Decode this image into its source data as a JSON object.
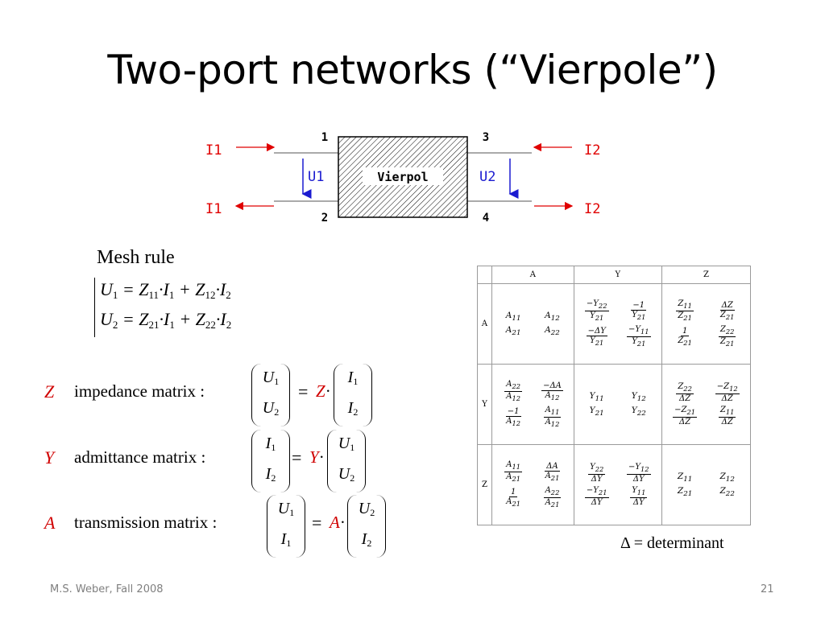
{
  "slide": {
    "title": "Two-port networks (“Vierpole”)",
    "footer_left": "M.S. Weber, Fall 2008",
    "page_number": "21"
  },
  "diagram": {
    "block_label": "Vierpol",
    "terminals": [
      "1",
      "2",
      "3",
      "4"
    ],
    "current_left": "I1",
    "current_right": "I2",
    "voltage_left": "U1",
    "voltage_right": "U2",
    "colors": {
      "current": "#e00000",
      "voltage": "#1a1ad0",
      "hatch": "#000000"
    }
  },
  "mesh_rule": {
    "title": "Mesh rule",
    "eq1": [
      "U",
      "1",
      " = Z",
      "11",
      "·I",
      "1",
      " + Z",
      "12",
      "·I",
      "2"
    ],
    "eq2": [
      "U",
      "2",
      " = Z",
      "21",
      "·I",
      "1",
      " + Z",
      "22",
      "·I",
      "2"
    ]
  },
  "matrices": [
    {
      "letter": "Z",
      "name": "impedance matrix :",
      "lhs": [
        "U",
        "1",
        "U",
        "2"
      ],
      "rhs": [
        "I",
        "1",
        "I",
        "2"
      ]
    },
    {
      "letter": "Y",
      "name": "admittance matrix :",
      "lhs": [
        "I",
        "1",
        "I",
        "2"
      ],
      "rhs": [
        "U",
        "1",
        "U",
        "2"
      ]
    },
    {
      "letter": "A",
      "name": "transmission matrix :",
      "lhs": [
        "U",
        "1",
        "I",
        "1"
      ],
      "rhs": [
        "U",
        "2",
        "I",
        "2"
      ]
    }
  ],
  "conversion_table": {
    "headers": [
      "A",
      "Y",
      "Z"
    ],
    "rows": [
      "A",
      "Y",
      "Z"
    ]
  },
  "determinant_note": "Δ = determinant"
}
